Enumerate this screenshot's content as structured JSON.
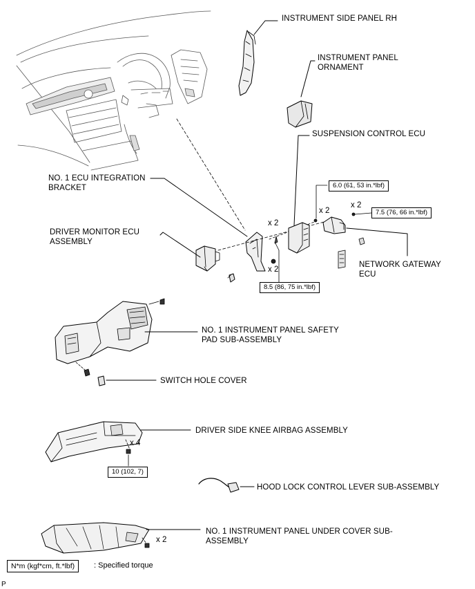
{
  "labels": {
    "instrument_side_panel_rh": "INSTRUMENT SIDE PANEL RH",
    "instrument_panel_ornament_1": "INSTRUMENT PANEL",
    "instrument_panel_ornament_2": "ORNAMENT",
    "suspension_control_ecu": "SUSPENSION CONTROL ECU",
    "ecu_bracket_1": "NO. 1 ECU INTEGRATION",
    "ecu_bracket_2": "BRACKET",
    "driver_monitor_1": "DRIVER MONITOR ECU",
    "driver_monitor_2": "ASSEMBLY",
    "network_gateway_1": "NETWORK GATEWAY",
    "network_gateway_2": "ECU",
    "safety_pad_1": "NO. 1 INSTRUMENT PANEL SAFETY",
    "safety_pad_2": "PAD SUB-ASSEMBLY",
    "switch_hole_cover": "SWITCH HOLE COVER",
    "knee_airbag": "DRIVER SIDE KNEE AIRBAG ASSEMBLY",
    "hood_lock": "HOOD LOCK CONTROL LEVER SUB-ASSEMBLY",
    "under_cover_1": "NO. 1 INSTRUMENT PANEL UNDER COVER SUB-",
    "under_cover_2": "ASSEMBLY"
  },
  "quantities": {
    "x2_a": "x 2",
    "x2_b": "x 2",
    "x2_c": "x 2",
    "x2_d": "x 2",
    "x4": "x 4",
    "x2_e": "x 2"
  },
  "torques": {
    "t_6_0": "6.0 (61, 53 in.*lbf)",
    "t_7_5": "7.5 (76, 66 in.*lbf)",
    "t_8_5": "8.5 (86, 75 in.*lbf)",
    "t_10": "10 (102, 7)"
  },
  "legend": {
    "unit": "N*m (kgf*cm, ft.*lbf)",
    "text": ": Specified torque"
  },
  "corner_mark": "P"
}
